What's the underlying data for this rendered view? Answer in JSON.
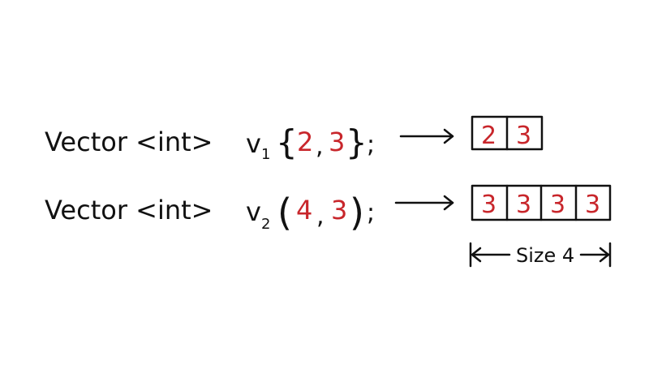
{
  "colors": {
    "ink": "#111111",
    "value": "#c8262b",
    "background": "#ffffff"
  },
  "rows": [
    {
      "type_text": "Vector <int>",
      "var_name": "v",
      "var_subscript": "1",
      "open_bracket": "{",
      "close_bracket": "}",
      "arg1": "2",
      "comma": ",",
      "arg2": "3",
      "semicolon": ";",
      "cells": [
        "2",
        "3"
      ]
    },
    {
      "type_text": "Vector <int>",
      "var_name": "v",
      "var_subscript": "2",
      "open_bracket": "(",
      "close_bracket": ")",
      "arg1": "4",
      "comma": ",",
      "arg2": "3",
      "semicolon": ";",
      "cells": [
        "3",
        "3",
        "3",
        "3"
      ]
    }
  ],
  "size_label": "Size 4"
}
